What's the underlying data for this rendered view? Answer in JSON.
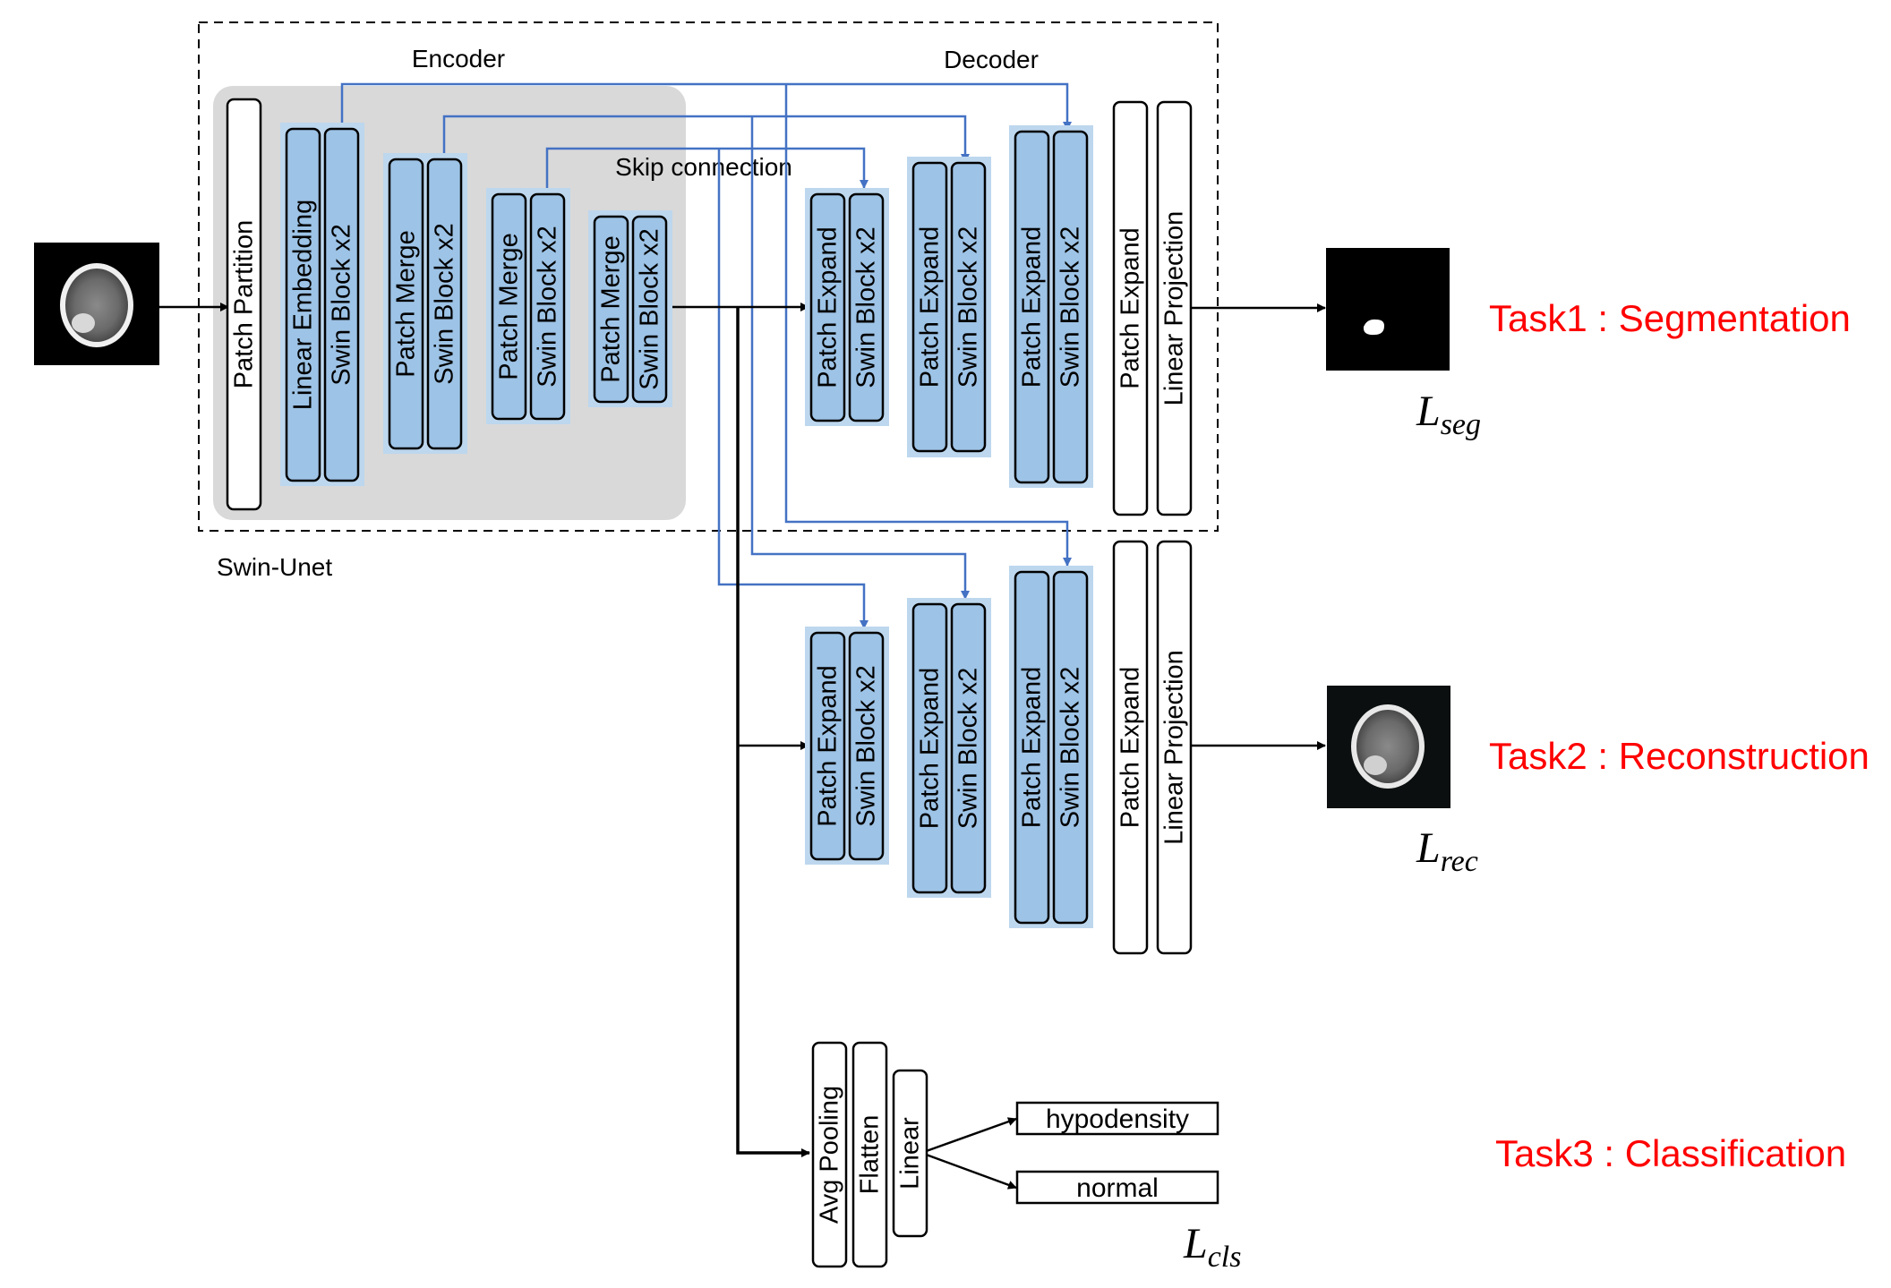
{
  "labels": {
    "encoder": "Encoder",
    "decoder": "Decoder",
    "skip_connection": "Skip connection",
    "swin_unet": "Swin-Unet"
  },
  "encoder_blocks": {
    "patch_partition": "Patch Partition",
    "linear_embedding": "Linear Embedding",
    "swin_block": "Swin Block x2",
    "patch_merge": "Patch Merge"
  },
  "decoder_blocks": {
    "patch_expand": "Patch Expand",
    "swin_block": "Swin Block x2",
    "linear_projection": "Linear Projection"
  },
  "classification_blocks": {
    "avg_pooling": "Avg Pooling",
    "flatten": "Flatten",
    "linear": "Linear",
    "outputs": [
      "hypodensity",
      "normal"
    ]
  },
  "tasks": [
    {
      "label": "Task1 : Segmentation",
      "loss_main": "L",
      "loss_sub": "seg"
    },
    {
      "label": "Task2 : Reconstruction",
      "loss_main": "L",
      "loss_sub": "rec"
    },
    {
      "label": "Task3 : Classification",
      "loss_main": "L",
      "loss_sub": "cls"
    }
  ],
  "colors": {
    "block_fill": "#9dc3e6",
    "block_halo": "#bdd7ee",
    "encoder_bg": "#d9d9d9",
    "skip_line": "#4472c4",
    "task_text": "#ff0000"
  },
  "icons": {
    "input_image": "brain-ct-scan",
    "seg_output_image": "segmentation-mask",
    "rec_output_image": "reconstructed-ct-scan"
  }
}
